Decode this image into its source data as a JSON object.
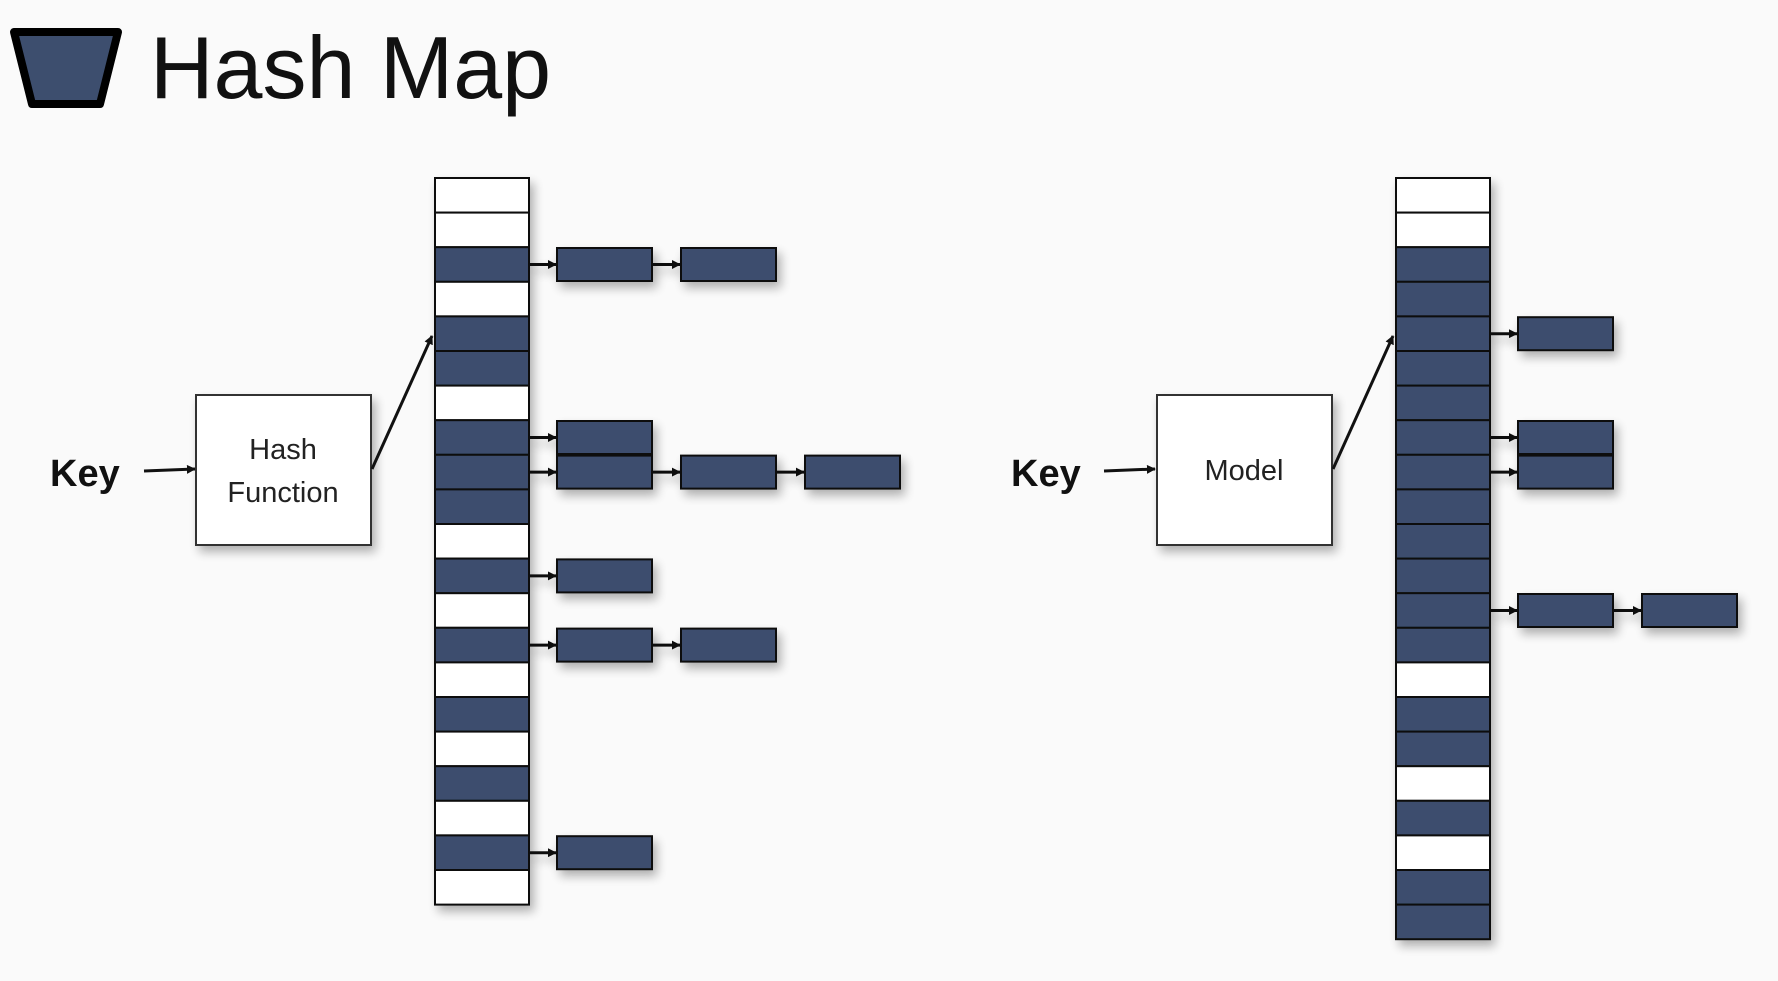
{
  "title": "Hash Map",
  "icon": "bucket-trapezoid-icon",
  "colors": {
    "filled": "#3d4e6e",
    "empty": "#ffffff",
    "stroke": "#111111",
    "arrow": "#111111"
  },
  "left": {
    "key_label": "Key",
    "function_label_lines": [
      "Hash",
      "Function"
    ],
    "slots": [
      0,
      0,
      1,
      0,
      1,
      1,
      0,
      1,
      1,
      1,
      0,
      1,
      0,
      1,
      0,
      1,
      0,
      1,
      0,
      1,
      0
    ],
    "pointer_slot": 4,
    "chains": [
      {
        "slot": 2,
        "length": 2
      },
      {
        "slot": 7,
        "length": 1
      },
      {
        "slot": 8,
        "length": 3
      },
      {
        "slot": 11,
        "length": 1
      },
      {
        "slot": 13,
        "length": 2
      },
      {
        "slot": 19,
        "length": 1
      }
    ]
  },
  "right": {
    "key_label": "Key",
    "function_label_lines": [
      "Model"
    ],
    "slots": [
      0,
      0,
      1,
      1,
      1,
      1,
      1,
      1,
      1,
      1,
      1,
      1,
      1,
      1,
      0,
      1,
      1,
      0,
      1,
      0,
      1,
      1
    ],
    "pointer_slot": 4,
    "chains": [
      {
        "slot": 4,
        "length": 1
      },
      {
        "slot": 7,
        "length": 1
      },
      {
        "slot": 8,
        "length": 1
      },
      {
        "slot": 12,
        "length": 2
      }
    ]
  }
}
